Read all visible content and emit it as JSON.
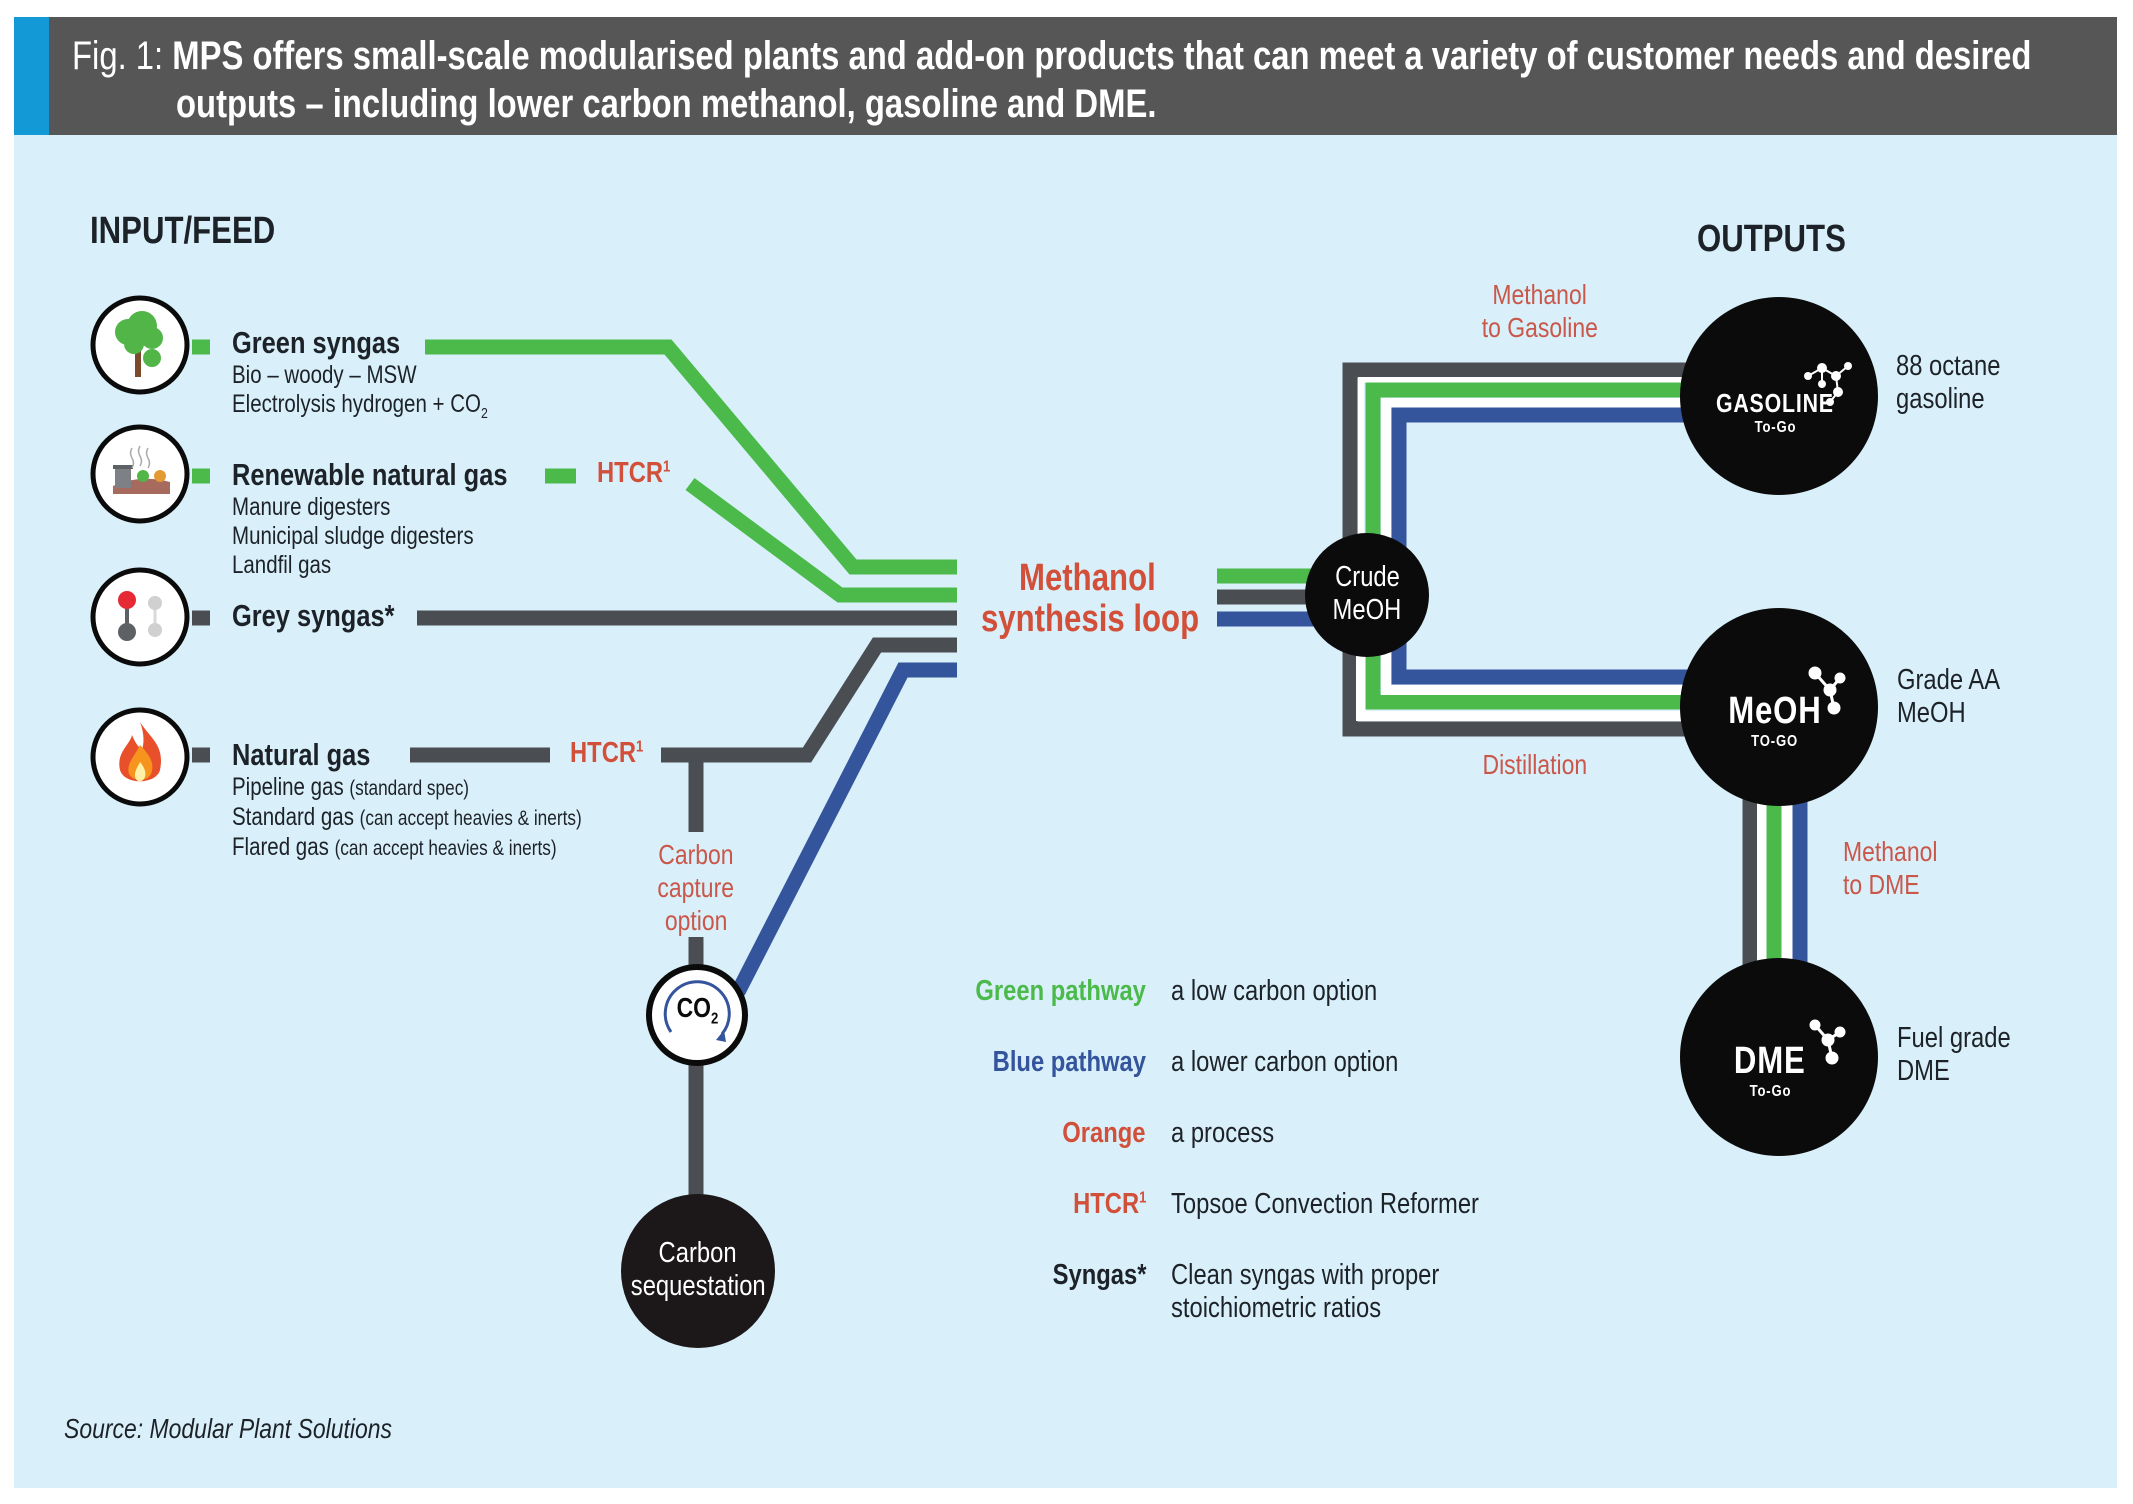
{
  "header": {
    "prefix": "Fig. 1:",
    "title_line1": "MPS offers small-scale modularised plants and add-on products that can meet a variety of customer needs and desired",
    "title_line2": "outputs – including lower carbon methanol, gasoline and DME."
  },
  "colors": {
    "panel_bg": "#d9f0fa",
    "header_bg": "#565657",
    "header_accent": "#139ad6",
    "green_pathway": "#4cba4b",
    "blue_pathway": "#34549c",
    "grey_pathway": "#4a4e52",
    "process_orange": "#d2503a",
    "node_black": "#0b0b0b"
  },
  "inputs": {
    "heading": "INPUT/FEED",
    "feeds": [
      {
        "icon": "tree-icon",
        "title": "Green syngas",
        "pathway": "green",
        "details": [
          "Bio – woody – MSW",
          "Electrolysis hydrogen + CO",
          "2"
        ]
      },
      {
        "icon": "waste-bin-icon",
        "title": "Renewable natural gas",
        "pathway": "green",
        "process": "HTCR",
        "process_sup": "1",
        "details": [
          "Manure digesters",
          "Municipal sludge digesters",
          "Landfil gas"
        ]
      },
      {
        "icon": "molecule-icon",
        "title": "Grey syngas*",
        "pathway": "grey",
        "details": []
      },
      {
        "icon": "flame-icon",
        "title": "Natural gas",
        "pathway": "grey",
        "process": "HTCR",
        "process_sup": "1",
        "details": [
          {
            "main": "Pipeline gas",
            "note": "(standard spec)"
          },
          {
            "main": "Standard gas",
            "note": "(can accept heavies & inerts)"
          },
          {
            "main": "Flared gas",
            "note": "(can accept heavies & inerts)"
          }
        ]
      }
    ]
  },
  "carbon_capture": {
    "label_lines": [
      "Carbon",
      "capture",
      "option"
    ],
    "co2_label": "CO",
    "co2_sub": "2",
    "sequestration_lines": [
      "Carbon",
      "sequestation"
    ]
  },
  "core": {
    "loop_lines": [
      "Methanol",
      "synthesis loop"
    ],
    "crude_lines": [
      "Crude",
      "MeOH"
    ]
  },
  "process_labels": {
    "mtg": [
      "Methanol",
      "to Gasoline"
    ],
    "distillation": "Distillation",
    "mtd": [
      "Methanol",
      "to DME"
    ]
  },
  "outputs": {
    "heading": "OUTPUTS",
    "products": [
      {
        "logo_main": "GASOLINE",
        "logo_sub": "To-Go",
        "desc": [
          "88 octane",
          "gasoline"
        ]
      },
      {
        "logo_main": "MeOH",
        "logo_sub": "TO-GO",
        "desc": [
          "Grade AA",
          "MeOH"
        ]
      },
      {
        "logo_main": "DME",
        "logo_sub": "To-Go",
        "desc": [
          "Fuel grade",
          "DME"
        ]
      }
    ]
  },
  "legend": [
    {
      "key": "Green pathway",
      "key_color": "#4cba4b",
      "value": [
        "a low carbon option"
      ]
    },
    {
      "key": "Blue pathway",
      "key_color": "#34549c",
      "value": [
        "a lower carbon option"
      ]
    },
    {
      "key": "Orange",
      "key_color": "#d2503a",
      "value": [
        "a process"
      ]
    },
    {
      "key": "HTCR",
      "key_sup": "1",
      "key_color": "#d2503a",
      "value": [
        "Topsoe Convection Reformer"
      ]
    },
    {
      "key": "Syngas*",
      "key_color": "#1d2228",
      "value": [
        "Clean syngas with proper",
        "stoichiometric ratios"
      ]
    }
  ],
  "source": "Source: Modular Plant Solutions"
}
